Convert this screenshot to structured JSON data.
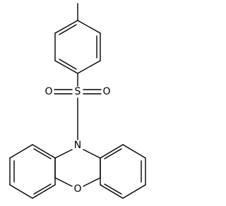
{
  "molecule": {
    "atoms": {
      "sulfur": "S",
      "oxygen_left": "O",
      "oxygen_right": "O",
      "nitrogen": "N",
      "ring_oxygen": "O"
    }
  }
}
